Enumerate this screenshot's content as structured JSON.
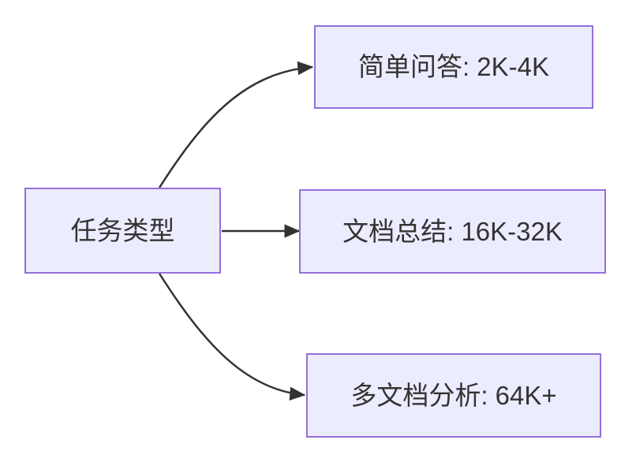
{
  "diagram": {
    "type": "flowchart",
    "direction": "left-to-right",
    "nodes": [
      {
        "id": "root",
        "label": "任务类型"
      },
      {
        "id": "qa",
        "label": "简单问答: 2K-4K"
      },
      {
        "id": "summary",
        "label": "文档总结: 16K-32K"
      },
      {
        "id": "multidoc",
        "label": "多文档分析: 64K+"
      }
    ],
    "edges": [
      {
        "from": "root",
        "to": "qa"
      },
      {
        "from": "root",
        "to": "summary"
      },
      {
        "from": "root",
        "to": "multidoc"
      }
    ],
    "colors": {
      "background": "#FFFFFF",
      "node_fill": "#ECECFF",
      "node_border": "#9370DB",
      "edge_line": "#333333",
      "text": "#333333"
    }
  }
}
